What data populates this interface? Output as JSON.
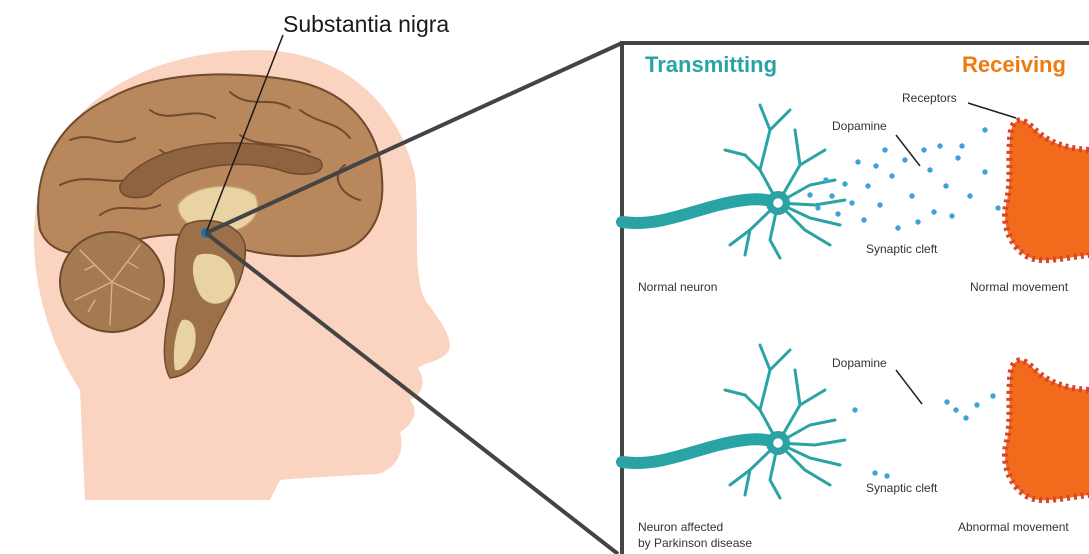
{
  "title": "Substantia nigra",
  "panel": {
    "transmitting": "Transmitting",
    "receiving": "Receiving"
  },
  "normal": {
    "receptors": "Receptors",
    "dopamine": "Dopamine",
    "synaptic_cleft": "Synaptic cleft",
    "neuron": "Normal neuron",
    "movement": "Normal movement"
  },
  "affected": {
    "dopamine": "Dopamine",
    "synaptic_cleft": "Synaptic cleft",
    "neuron_line1": "Neuron affected",
    "neuron_line2": "by Parkinson disease",
    "movement": "Abnormal movement"
  },
  "colors": {
    "neuron": "#2aa3a4",
    "dopamine": "#3ea3d6",
    "receiving_cell": "#f26a1b",
    "receptor_edge": "#d9442a",
    "head_skin": "#fbd3c1",
    "brain": "#b8875c",
    "panel_border": "#444444"
  }
}
